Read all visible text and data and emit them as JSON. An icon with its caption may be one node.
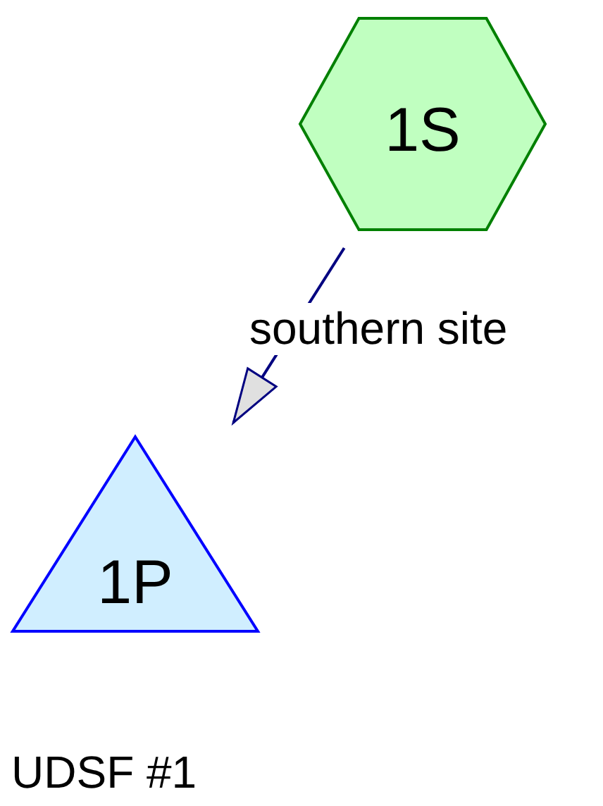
{
  "diagram": {
    "nodes": [
      {
        "text": [
          "1S"
        ]
      },
      {
        "text": [
          "1P"
        ]
      }
    ],
    "edges": [
      {
        "from": 0,
        "to": 1,
        "arrow": "to",
        "label": "southern site"
      }
    ],
    "labels": [
      "UDSF #1"
    ]
  }
}
